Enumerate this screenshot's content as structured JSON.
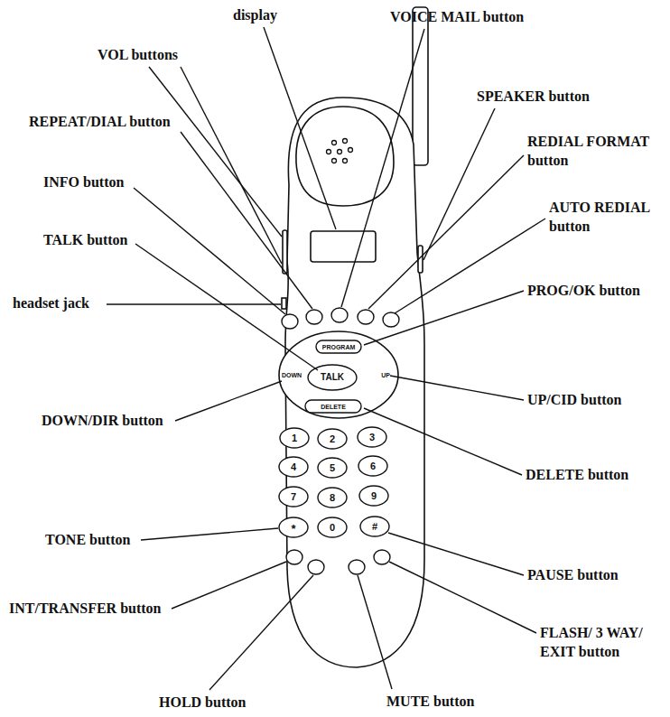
{
  "diagram": {
    "labels": [
      "display",
      "VOICE MAIL button",
      "VOL buttons",
      "SPEAKER button",
      "REPEAT/DIAL button",
      "REDIAL FORMAT button",
      "INFO button",
      "AUTO REDIAL button",
      "TALK button",
      "PROG/OK button",
      "headset jack",
      "UP/CID button",
      "DOWN/DIR button",
      "DELETE button",
      "TONE button",
      "PAUSE button",
      "INT/TRANSFER button",
      "FLASH/ 3 WAY/ EXIT button",
      "HOLD button",
      "MUTE button",
      "TALK",
      "PROGRAM",
      "DELETE",
      "UP",
      "DOWN",
      "1",
      "2",
      "3",
      "4",
      "5",
      "6",
      "7",
      "8",
      "9",
      "*",
      "0",
      "#"
    ]
  }
}
